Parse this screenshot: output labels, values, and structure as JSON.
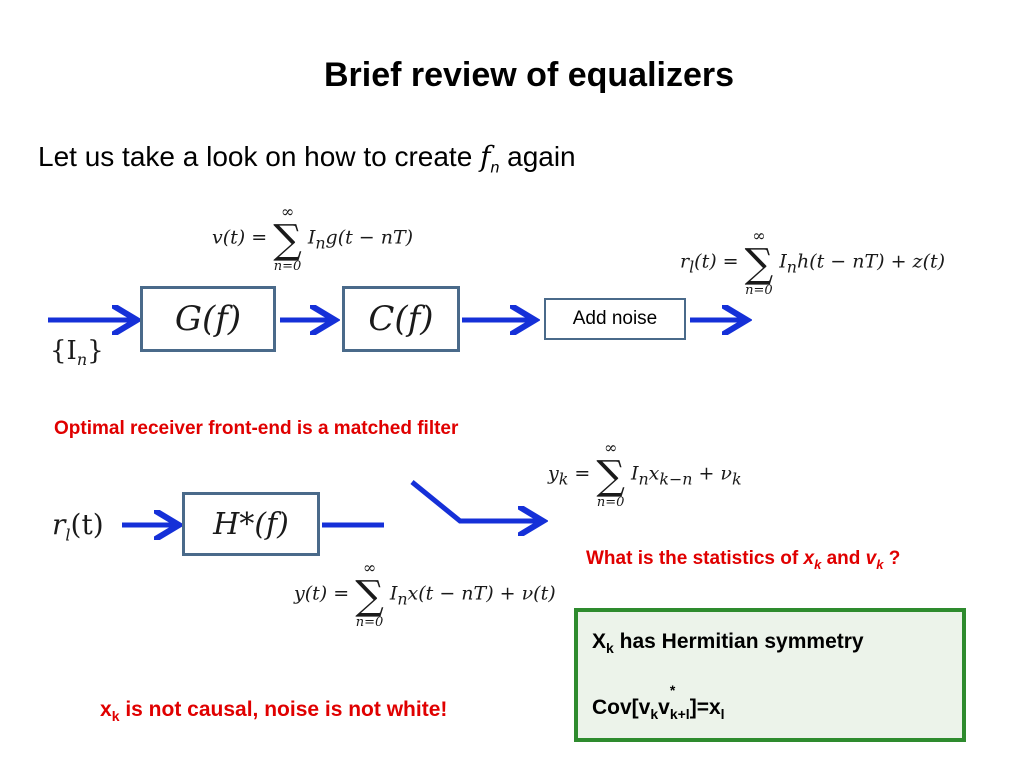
{
  "title": "Brief review of equalizers",
  "lead": {
    "prefix": "Let us take a look on how to create ",
    "symbol": "f",
    "subscript": "n",
    "suffix": " again"
  },
  "eq_v": {
    "lhs": "v(t) = ",
    "sum_top": "∞",
    "sum_bot": "n=0",
    "rhs": "I",
    "rhs_sub": "n",
    "rhs_rest": "g(t − nT)"
  },
  "eq_r": {
    "lhs": "r",
    "lhs_sub": "l",
    "lhs_rest": "(t) = ",
    "sum_top": "∞",
    "sum_bot": "n=0",
    "rhs": "I",
    "rhs_sub": "n",
    "rhs_rest": "h(t − nT) + z(t)"
  },
  "eq_y_k": {
    "lhs": "y",
    "lhs_sub": "k",
    "lhs_rest": " = ",
    "sum_top": "∞",
    "sum_bot": "n=0",
    "rhs": "I",
    "rhs_sub": "n",
    "rhs_mid": "x",
    "rhs_mid_sub": "k−n",
    "rhs_rest": " + ν",
    "rhs_rest_sub": "k"
  },
  "eq_y_t": {
    "lhs": "y(t) = ",
    "sum_top": "∞",
    "sum_bot": "n=0",
    "rhs": "I",
    "rhs_sub": "n",
    "rhs_rest": "x(t − nT) + ν(t)"
  },
  "blocks": {
    "g": "G(f)",
    "c": "C(f)",
    "noise": "Add noise",
    "h": "H*(f)"
  },
  "inputs": {
    "in_main": "{I",
    "in_main_sub": "n",
    "in_main_close": "}",
    "in_r": "r",
    "in_r_sub": "l",
    "in_r_rest": "(t)"
  },
  "notes": {
    "matched": "Optimal receiver front-end is a matched filter",
    "stats_prefix": "What is the statistics of ",
    "stats_x": "x",
    "stats_x_sub": "k",
    "stats_and": " and ",
    "stats_v": "v",
    "stats_v_sub": "k",
    "stats_end": " ?",
    "causal_x": "x",
    "causal_sub": "k",
    "causal_rest": " is not causal, noise is not white!"
  },
  "green_box": {
    "line1_x": "X",
    "line1_sub": "k",
    "line1_rest": " has Hermitian symmetry",
    "line2_a": "Cov[v",
    "line2_sub1": "k",
    "line2_b": "v",
    "line2_sup": "*",
    "line2_sub2": "k+l",
    "line2_c": "]=x",
    "line2_sub3": "l"
  },
  "colors": {
    "arrow": "#1530d8",
    "box_border": "#4a6a8a",
    "red_text": "#e00000",
    "green_border": "#2e8b2e"
  }
}
